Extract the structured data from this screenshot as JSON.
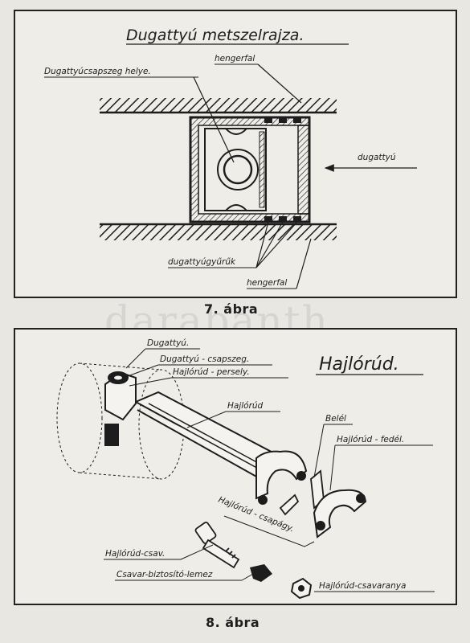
{
  "figure1": {
    "title": "Dugattyú metszelrajza.",
    "labels": {
      "pin_bearing_place": "Dugattyúcsapszeg helye.",
      "cylinder_wall_top": "hengerfal",
      "piston": "dugattyú",
      "rings": "dugattyúgyűrűk",
      "cylinder_wall_bottom": "hengerfal"
    },
    "caption": "7. ábra"
  },
  "figure2": {
    "title": "Hajlórúd.",
    "labels": {
      "piston": "Dugattyú.",
      "pin": "Dugattyú - csapszeg.",
      "bushing": "Hajlórúd - persely.",
      "rod": "Hajlórúd",
      "liner": "Belél",
      "cap": "Hajlórúd - fedél.",
      "bearing": "Hajlórúd - csapágy.",
      "bolt": "Hajlórúd-csav.",
      "lock_plate": "Csavar-biztosító-lemez",
      "nut": "Hajlórúd-csavaranya"
    },
    "caption": "8. ábra"
  },
  "watermark": "darabanth"
}
